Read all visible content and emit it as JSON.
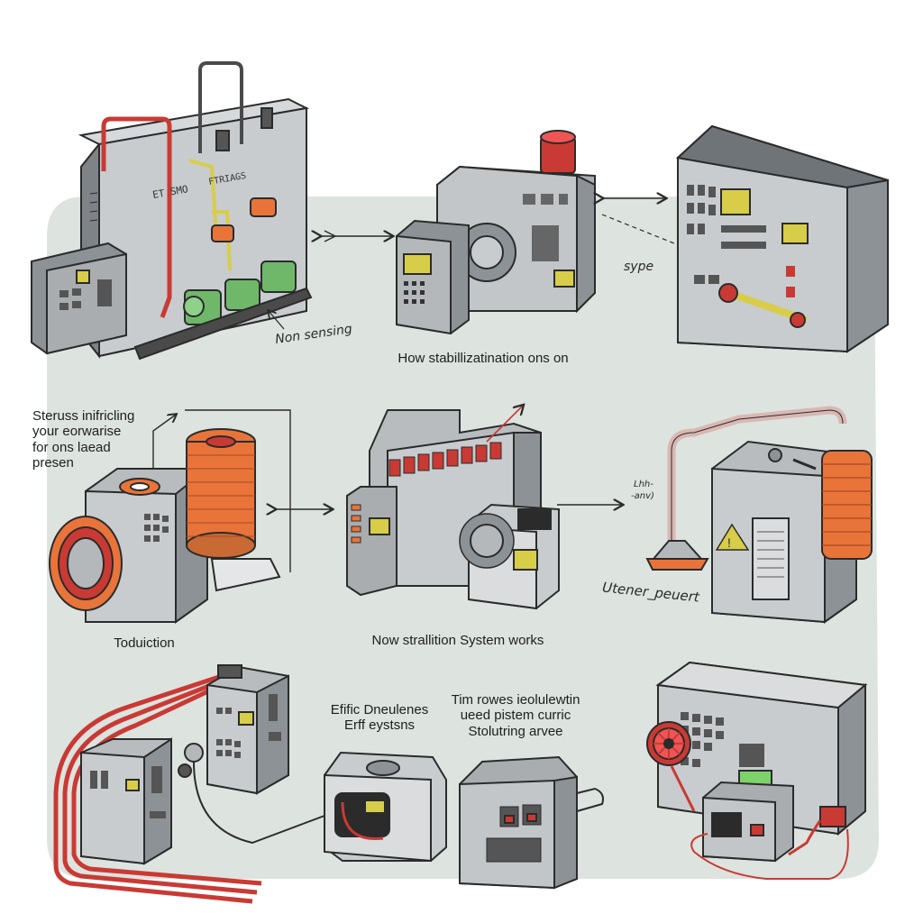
{
  "labels": {
    "non_sensing": "Non sensing",
    "how_stabilization": "How stabillizatination ons on",
    "sype": "sype",
    "sterus_lines": [
      "Steruss inifricling",
      "your eorwarise",
      "for ons laead",
      "presen"
    ],
    "toduiction": "Toduiction",
    "now_stabilization": "Now strallition System works",
    "lhh": "Lhh-",
    "anv": "-anv)",
    "utener_peuert": "Utener_peuert",
    "efific_lines": [
      "Efific Dneulenes",
      "Erff eystsns"
    ],
    "tim_lines": [
      "Tim rowes ieolulewtin",
      "ueed pistem curric",
      "Stolutring arvee"
    ],
    "tag_left_panel": "ET SMO",
    "tag_right_panel": "FTRIAGS"
  },
  "colors": {
    "background": "#ffffff",
    "panel": "#dde3df",
    "metal": "#a9adb0",
    "metal_dark": "#6f7478",
    "outline": "#2b2b2b",
    "copper": "#e8743a",
    "cable_red": "#c93a34",
    "component_green": "#6fb86a",
    "screen_yellow": "#d8cd48"
  },
  "icons": [
    "double-arrow-icon",
    "arrow-right-icon",
    "warning-icon"
  ]
}
